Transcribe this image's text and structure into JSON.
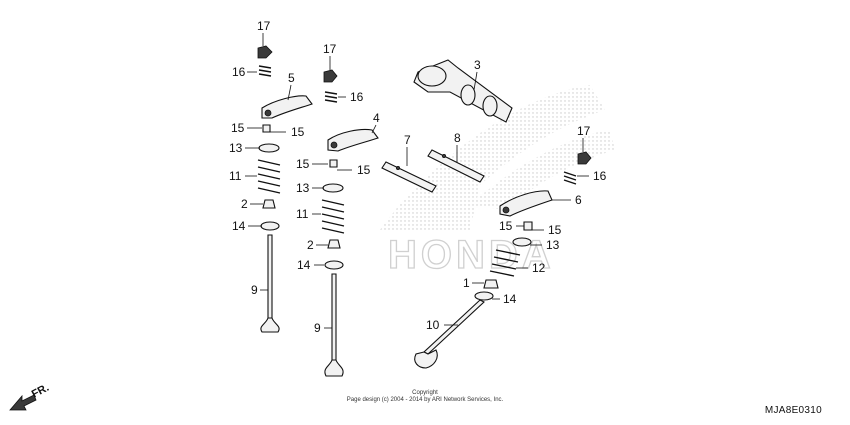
{
  "brand_watermark": "HONDA",
  "footer": {
    "copyright_line": "Copyright",
    "notice_line": "Page design (c) 2004 - 2014 by ARI Network Services, Inc.",
    "diagram_code": "MJA8E0310"
  },
  "direction_arrow": {
    "label": "FR."
  },
  "colors": {
    "ink": "#111111",
    "part_fill": "#f2f2f2",
    "watermark": "#d0d0d0"
  },
  "callouts": [
    {
      "id": "c17a",
      "text": "17"
    },
    {
      "id": "c16a",
      "text": "16"
    },
    {
      "id": "c5",
      "text": "5"
    },
    {
      "id": "c15a",
      "text": "15"
    },
    {
      "id": "c15b",
      "text": "15"
    },
    {
      "id": "c13a",
      "text": "13"
    },
    {
      "id": "c11a",
      "text": "11"
    },
    {
      "id": "c2a",
      "text": "2"
    },
    {
      "id": "c14a",
      "text": "14"
    },
    {
      "id": "c9a",
      "text": "9"
    },
    {
      "id": "c17b",
      "text": "17"
    },
    {
      "id": "c16b",
      "text": "16"
    },
    {
      "id": "c4",
      "text": "4"
    },
    {
      "id": "c15c",
      "text": "15"
    },
    {
      "id": "c15d",
      "text": "15"
    },
    {
      "id": "c13b",
      "text": "13"
    },
    {
      "id": "c11b",
      "text": "11"
    },
    {
      "id": "c2b",
      "text": "2"
    },
    {
      "id": "c14b",
      "text": "14"
    },
    {
      "id": "c9b",
      "text": "9"
    },
    {
      "id": "c3",
      "text": "3"
    },
    {
      "id": "c7",
      "text": "7"
    },
    {
      "id": "c8",
      "text": "8"
    },
    {
      "id": "c17c",
      "text": "17"
    },
    {
      "id": "c16c",
      "text": "16"
    },
    {
      "id": "c6",
      "text": "6"
    },
    {
      "id": "c15e",
      "text": "15"
    },
    {
      "id": "c15f",
      "text": "15"
    },
    {
      "id": "c13c",
      "text": "13"
    },
    {
      "id": "c12",
      "text": "12"
    },
    {
      "id": "c1",
      "text": "1"
    },
    {
      "id": "c14c",
      "text": "14"
    },
    {
      "id": "c10",
      "text": "10"
    }
  ]
}
